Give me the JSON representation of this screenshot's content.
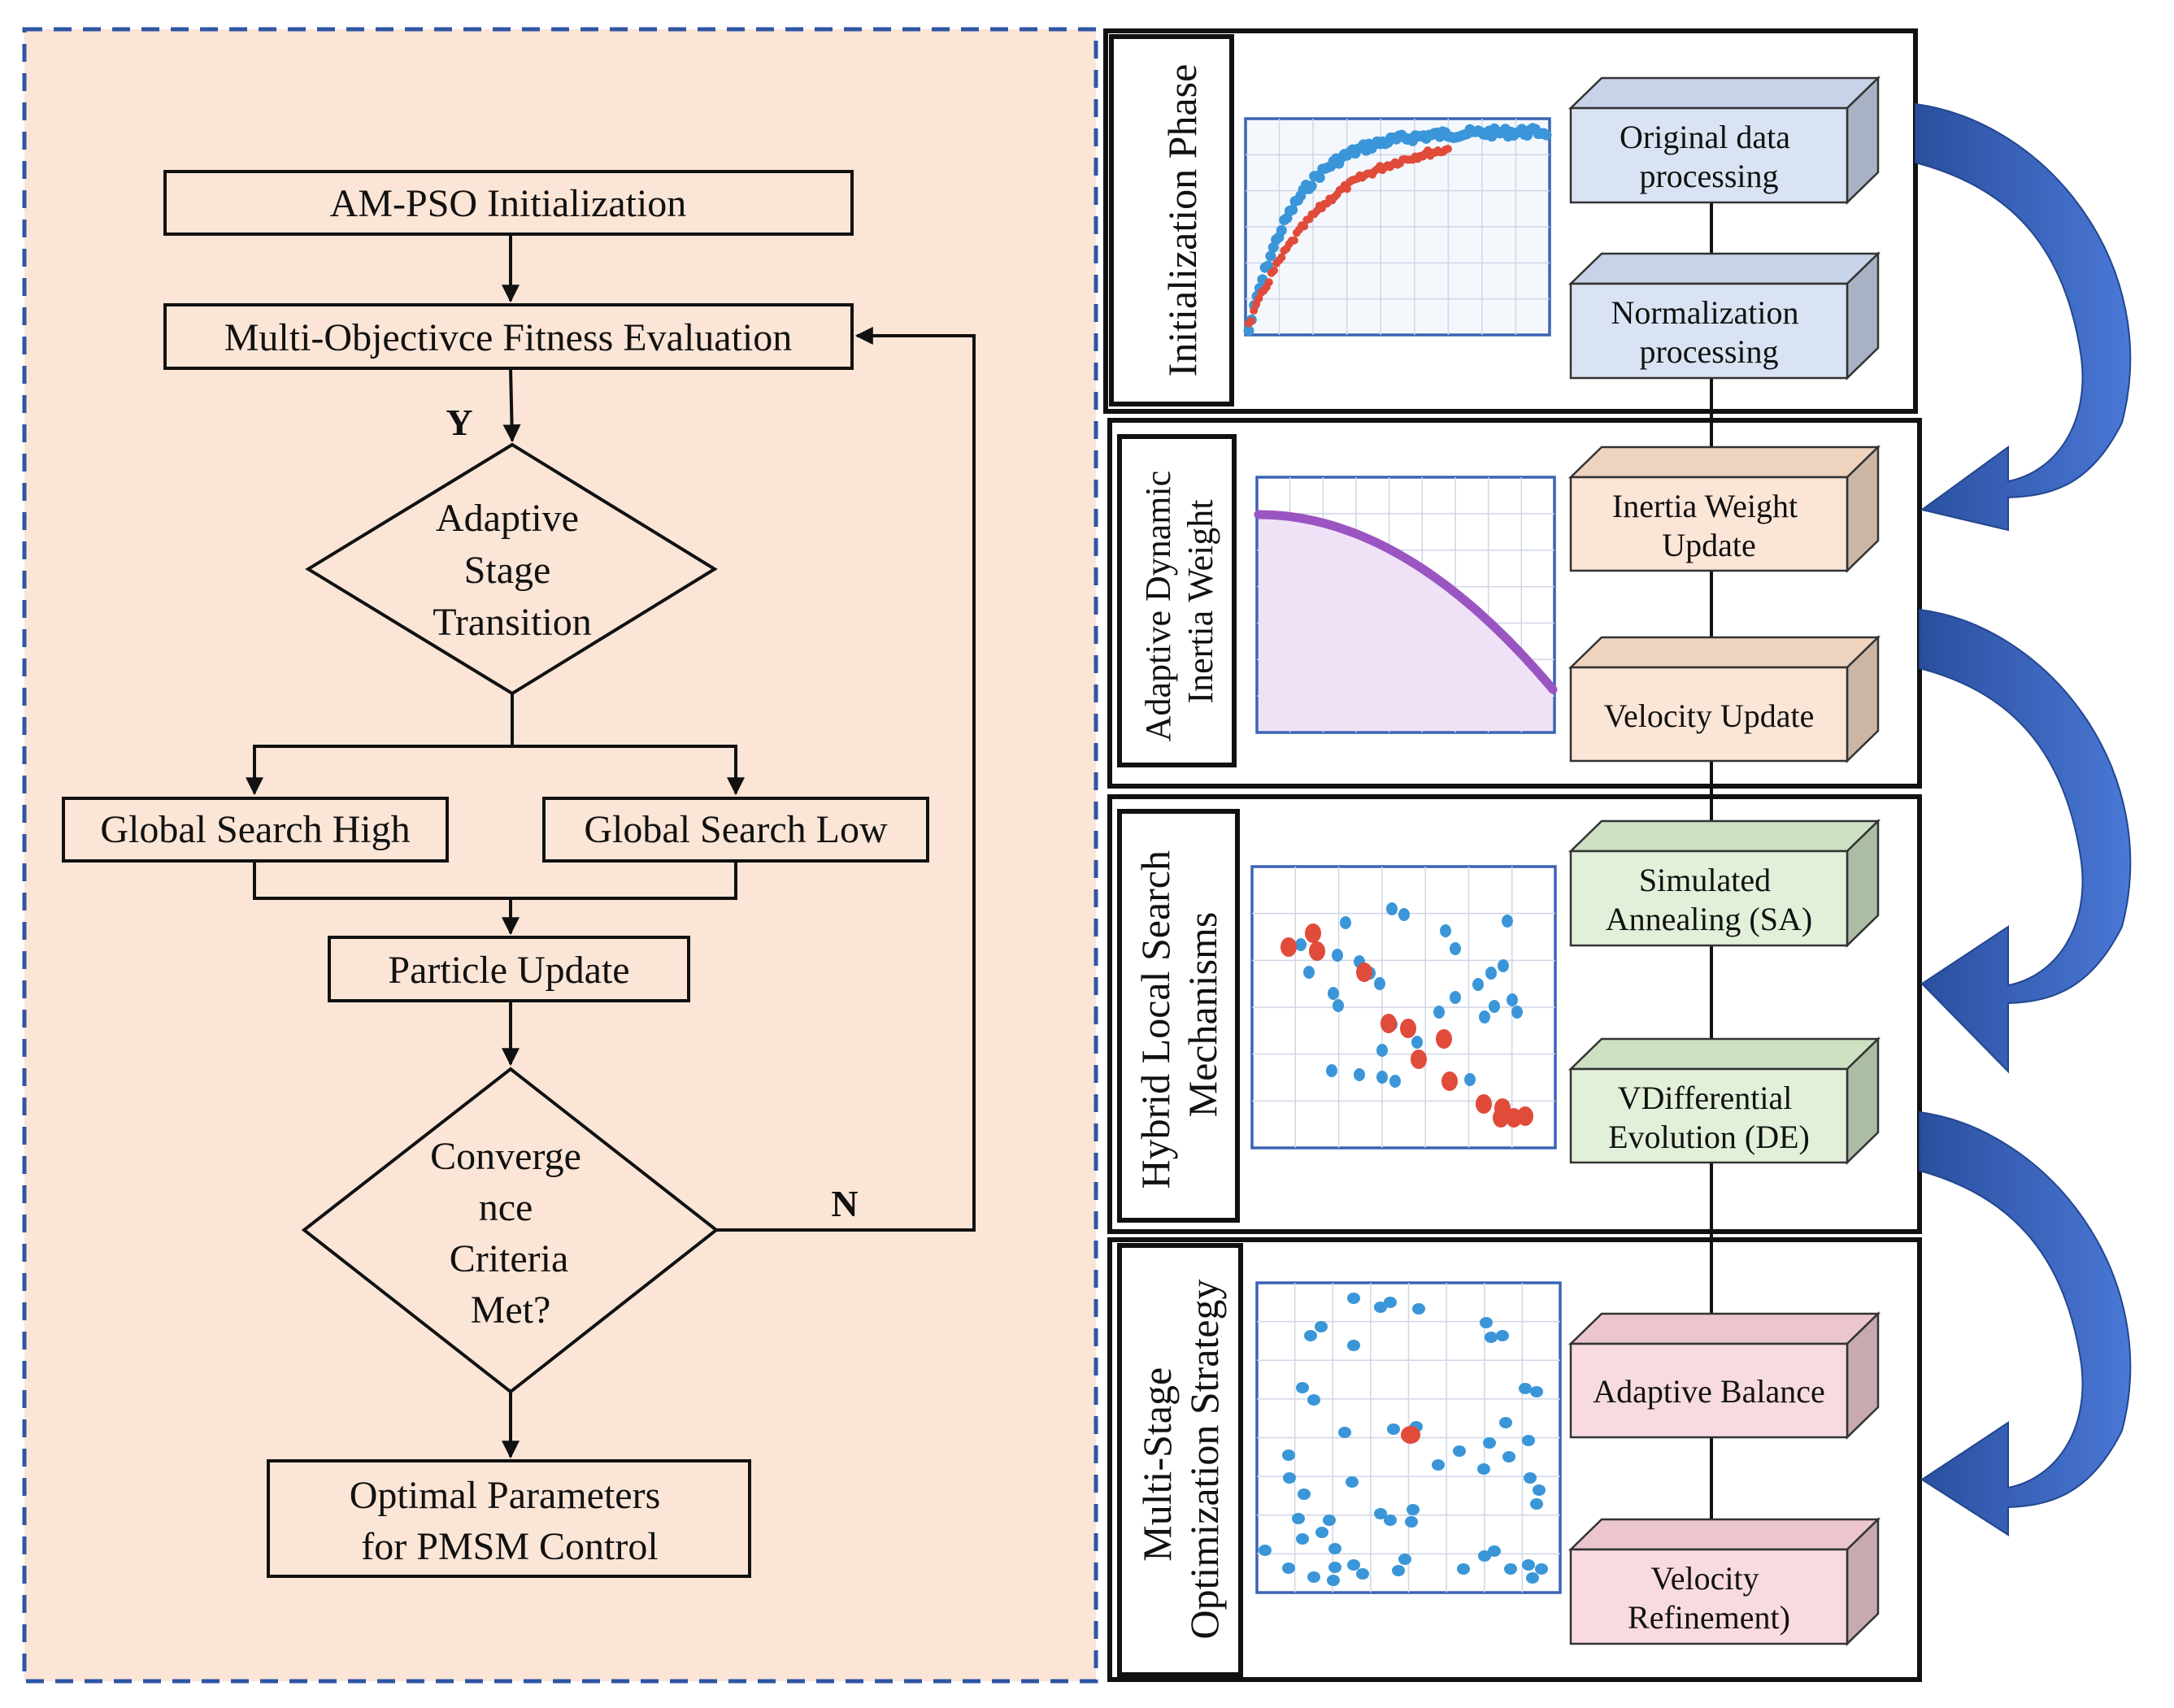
{
  "flowchart": {
    "init": "AM-PSO Initialization",
    "fitness": "Multi-Objectivce Fitness Evaluation",
    "yes_label": "Y",
    "no_label": "N",
    "stage_transition": [
      "Adaptive",
      "Stage",
      "Transition"
    ],
    "global_high": "Global Search High",
    "global_low": "Global Search Low",
    "particle_update": "Particle Update",
    "convergence": [
      "Converge",
      "nce",
      "Criteria",
      "Met?"
    ],
    "optimal": [
      "Optimal Parameters",
      "for PMSM Control"
    ]
  },
  "phases": [
    {
      "title_lines": [
        "Initialization Phase"
      ],
      "boxes": [
        {
          "lines": [
            "Original data",
            "processing"
          ]
        },
        {
          "lines": [
            "Normalization",
            "processing"
          ]
        }
      ]
    },
    {
      "title_lines": [
        "Adaptive Dynamic",
        "Inertia Weight"
      ],
      "boxes": [
        {
          "lines": [
            "Inertia Weight",
            "Update"
          ]
        },
        {
          "lines": [
            "Velocity Update"
          ]
        }
      ]
    },
    {
      "title_lines": [
        "Hybrid Local Search",
        "Mechanisms"
      ],
      "boxes": [
        {
          "lines": [
            "Simulated",
            "Annealing (SA)"
          ]
        },
        {
          "lines": [
            "VDifferential",
            "Evolution (DE)"
          ]
        }
      ]
    },
    {
      "title_lines": [
        "Multi-Stage",
        "Optimization Strategy"
      ],
      "boxes": [
        {
          "lines": [
            "Adaptive Balance"
          ]
        },
        {
          "lines": [
            "Velocity",
            "Refinement)"
          ]
        }
      ]
    }
  ],
  "colors": {
    "left_panel_bg": "#fbe5d6",
    "left_panel_border": "#2f55a4",
    "curved_arrow": "#3a66c4",
    "blue_box": "#dae3f3",
    "orange_box": "#fbe5d6",
    "green_box": "#e2f0d9",
    "pink_box": "#f8dbe0",
    "blue_points": "#3a96d8",
    "red_points": "#e04b3a",
    "purple_curve": "#9b55c2"
  }
}
